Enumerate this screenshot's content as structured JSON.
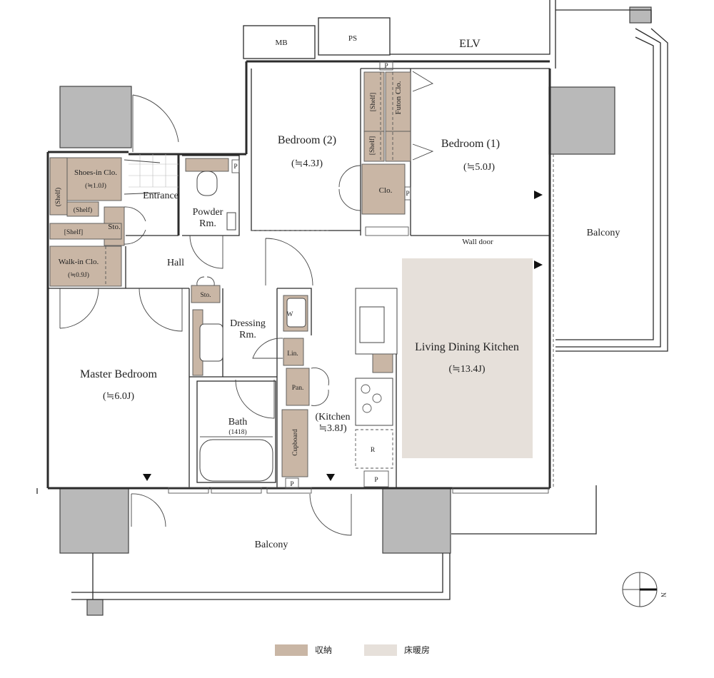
{
  "colors": {
    "storage": "#c9b6a5",
    "floor_heating": "#e6e0da"
  },
  "rooms": {
    "mb": "MB",
    "ps": "PS",
    "elv": "ELV",
    "p1": "P",
    "p2": "P",
    "p3": "P",
    "p4": "P",
    "p5": "P",
    "bedroom2_name": "Bedroom (2)",
    "bedroom2_size": "(≒4.3J)",
    "bedroom1_name": "Bedroom (1)",
    "bedroom1_size": "(≒5.0J)",
    "shelf_1": "[Shelf]",
    "shelf_2": "[Shelf]",
    "futon_clo": "Futon Clo.",
    "clo": "Clo.",
    "shoes_clo_name": "Shoes-in Clo.",
    "shoes_clo_size": "(≒1.0J)",
    "shelf_3": "(Shelf)",
    "shelf_4": "(Shelf)",
    "entrance": "Entrance",
    "sto_1": "Sto.",
    "powder_rm_1": "Powder",
    "powder_rm_2": "Rm.",
    "shelf_5": "[Shelf]",
    "walkin_clo_name": "Walk-in Clo.",
    "walkin_clo_size": "(≒0.9J)",
    "hall": "Hall",
    "sto_2": "Sto.",
    "wall_door": "Wall door",
    "balcony_east": "Balcony",
    "dressing_rm_1": "Dressing",
    "dressing_rm_2": "Rm.",
    "w": "W",
    "lin": "Lin.",
    "pan": "Pan.",
    "ldk_name": "Living Dining Kitchen",
    "ldk_size": "(≒13.4J)",
    "master_name": "Master Bedroom",
    "master_size": "(≒6.0J)",
    "bath_name": "Bath",
    "bath_size": "(1418)",
    "cupboard": "Cupboard",
    "kitchen_name": "(Kitchen",
    "kitchen_size": "≒3.8J)",
    "r": "R",
    "balcony_south": "Balcony"
  },
  "compass": {
    "north": "N"
  },
  "legend": [
    {
      "label": "収納",
      "color": "#c9b6a5"
    },
    {
      "label": "床暖房",
      "color": "#e6e0da"
    }
  ]
}
